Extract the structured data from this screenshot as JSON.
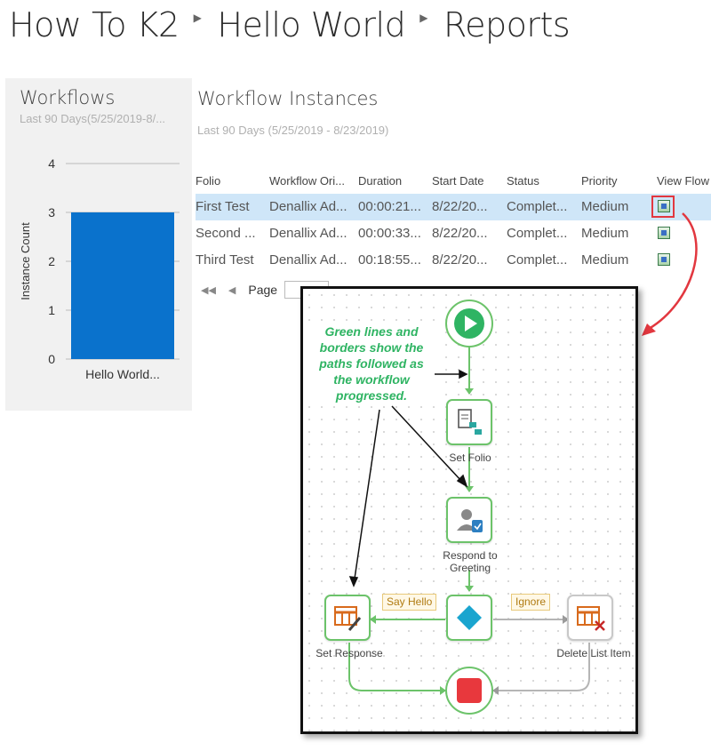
{
  "breadcrumb": [
    "How To K2",
    "Hello World",
    "Reports"
  ],
  "left_panel": {
    "title": "Workflows",
    "subtitle": "Last 90 Days(5/25/2019-8/..."
  },
  "chart_data": {
    "type": "bar",
    "categories": [
      "Hello World..."
    ],
    "values": [
      3
    ],
    "ylabel": "Instance Count",
    "xlabel": "",
    "ylim": [
      0,
      4
    ],
    "yticks": [
      "0",
      "1",
      "2",
      "3",
      "4"
    ],
    "grid": true,
    "colors": {
      "bar": "#0a72cc"
    }
  },
  "instances": {
    "title": "Workflow Instances",
    "subtitle": "Last 90 Days (5/25/2019 - 8/23/2019)",
    "columns": [
      "Folio",
      "Workflow Ori...",
      "Duration",
      "Start Date",
      "Status",
      "Priority",
      "View Flow"
    ],
    "rows": [
      {
        "folio": "First Test",
        "originator": "Denallix Ad...",
        "duration": "00:00:21...",
        "start": "8/22/20...",
        "status": "Complet...",
        "priority": "Medium",
        "view": "view-flow-icon"
      },
      {
        "folio": "Second ...",
        "originator": "Denallix Ad...",
        "duration": "00:00:33...",
        "start": "8/22/20...",
        "status": "Complet...",
        "priority": "Medium",
        "view": "view-flow-icon"
      },
      {
        "folio": "Third Test",
        "originator": "Denallix Ad...",
        "duration": "00:18:55...",
        "start": "8/22/20...",
        "status": "Complet...",
        "priority": "Medium",
        "view": "view-flow-icon"
      }
    ],
    "pager_label": "Page"
  },
  "diagram": {
    "note": "Green lines and borders show the paths followed as the workflow progressed.",
    "nodes": {
      "set_folio": "Set Folio",
      "respond": "Respond to Greeting",
      "set_response": "Set Response",
      "delete": "Delete List Item"
    },
    "tags": {
      "say_hello": "Say Hello",
      "ignore": "Ignore"
    },
    "colors": {
      "path": "#6cc36a",
      "inactive": "#b5b5b5",
      "start": "#2fb463",
      "stop": "#e8383d",
      "decision": "#1aa5cf",
      "highlight": "#e2373f"
    }
  }
}
